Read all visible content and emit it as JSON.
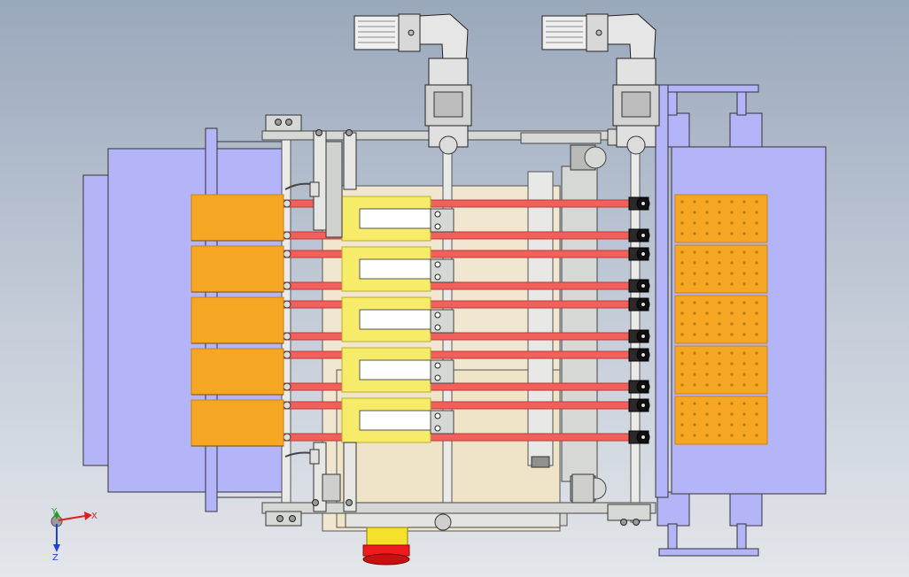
{
  "colors": {
    "background_top": "#9aa8bc",
    "background_bottom": "#e3e6ea",
    "lavender": "#b4b4f8",
    "lavender_dark": "#8a8ae0",
    "orange": "#f5a623",
    "orange_dark": "#c9831a",
    "yellow": "#f7ec6a",
    "yellow_dark": "#b9ad2a",
    "belt": "#f2605c",
    "belt_dark": "#b93c39",
    "cream": "#f1e7d1",
    "steel": "#d6d8d6",
    "steel_dark": "#8e918e",
    "red": "#ee1c1c",
    "axis_x": "#e02020",
    "axis_y": "#20a020",
    "axis_z": "#2040d0"
  },
  "assembly": {
    "left_blocks": 5,
    "yellow_carriages": 5,
    "belt_rows": 10,
    "right_pad_blocks": 5,
    "motors": 2
  },
  "axis_triad": {
    "x_label": "X",
    "y_label": "Y",
    "z_label": "Z"
  }
}
